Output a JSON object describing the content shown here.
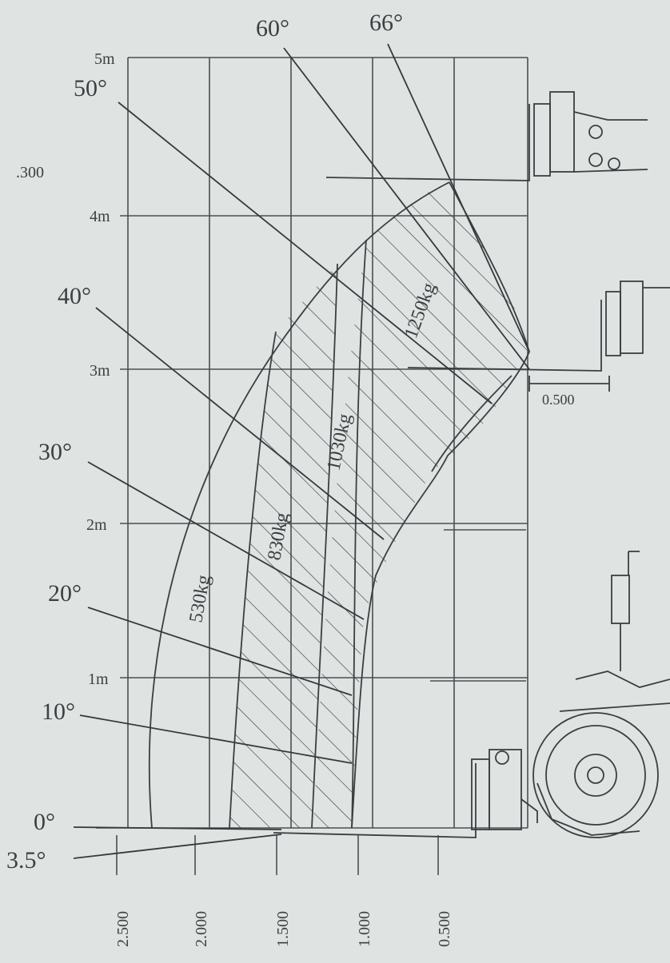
{
  "y_axis_labels": [
    {
      "id": "0",
      "text": ""
    },
    {
      "id": "1",
      "text": "1m"
    },
    {
      "id": "2",
      "text": "2m"
    },
    {
      "id": "3",
      "text": "3m"
    },
    {
      "id": "4",
      "text": "4m"
    },
    {
      "id": "5",
      "text": "5m"
    }
  ],
  "x_axis_labels": [
    "2.500",
    "2.000",
    "1.500",
    "1.000",
    "0.500"
  ],
  "angle_labels": [
    "0°",
    "3.5°",
    "10°",
    "20°",
    "30°",
    "40°",
    "50°",
    "60°",
    "66°"
  ],
  "load_labels": [
    "530kg",
    "830kg",
    "1030kg",
    "1250kg"
  ],
  "dimension_labels": {
    "top_left": ".300",
    "fork_offset": "0.500"
  }
}
